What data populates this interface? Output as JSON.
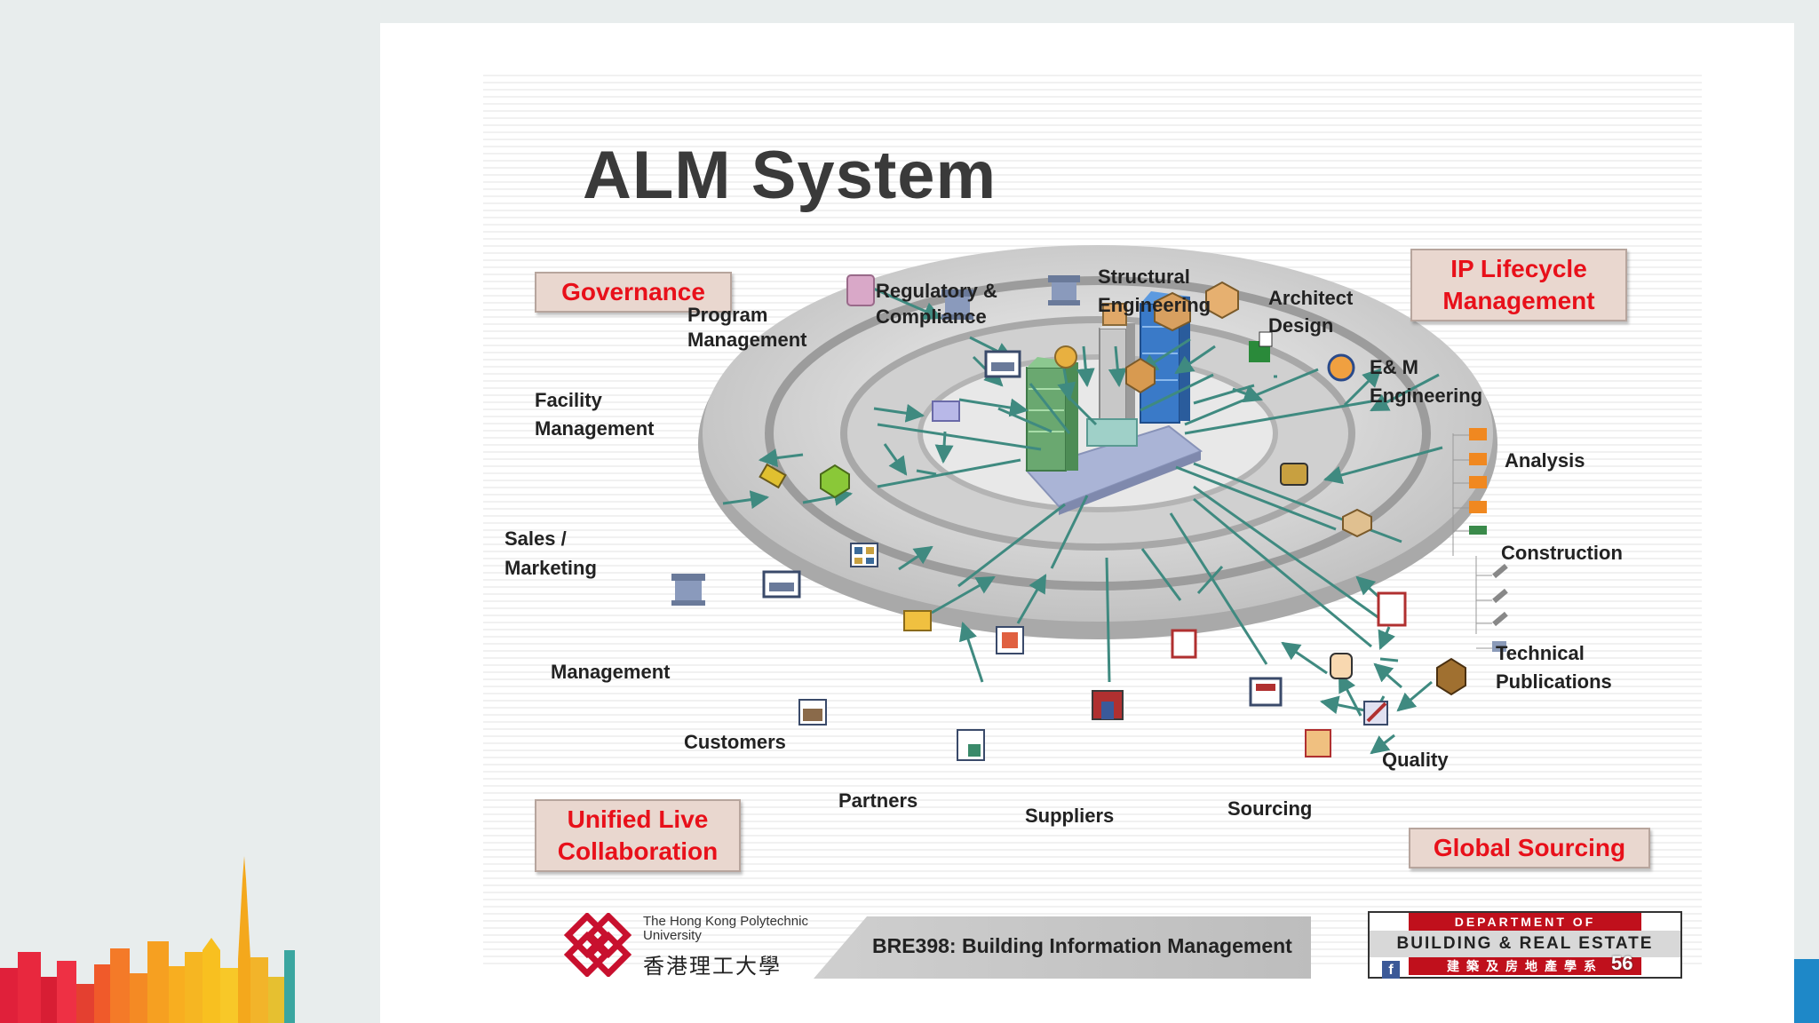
{
  "title": "ALM System",
  "callouts": {
    "governance": "Governance",
    "ip_lifecycle": "IP Lifecycle Management",
    "unified_live": "Unified Live Collaboration",
    "global_sourcing": "Global Sourcing"
  },
  "labels": {
    "program_management": "Program Management",
    "regulatory": "Regulatory & Compliance",
    "structural": "Structural Engineering",
    "architect": "Architect Design",
    "em_engineering": "E& M Engineering",
    "facility": "Facility Management",
    "analysis": "Analysis",
    "sales": "Sales / Marketing",
    "construction": "Construction",
    "technical": "Technical Publications",
    "management": "Management",
    "customers": "Customers",
    "quality": "Quality",
    "partners": "Partners",
    "suppliers": "Suppliers",
    "sourcing": "Sourcing"
  },
  "footer": {
    "university_en": "The Hong Kong Polytechnic University",
    "university_zh": "香港理工大學",
    "course": "BRE398: Building Information Management",
    "dept_top": "DEPARTMENT OF",
    "dept_mid": "BUILDING & REAL ESTATE",
    "dept_bottom": "建築及房地產學系",
    "page": "56"
  },
  "colors": {
    "callout_text": "#e8101a",
    "callout_bg": "#e9d7cf",
    "arrow": "#3f8a80",
    "tower_blue": "#2f6fb8",
    "tower_green": "#5aa868"
  }
}
